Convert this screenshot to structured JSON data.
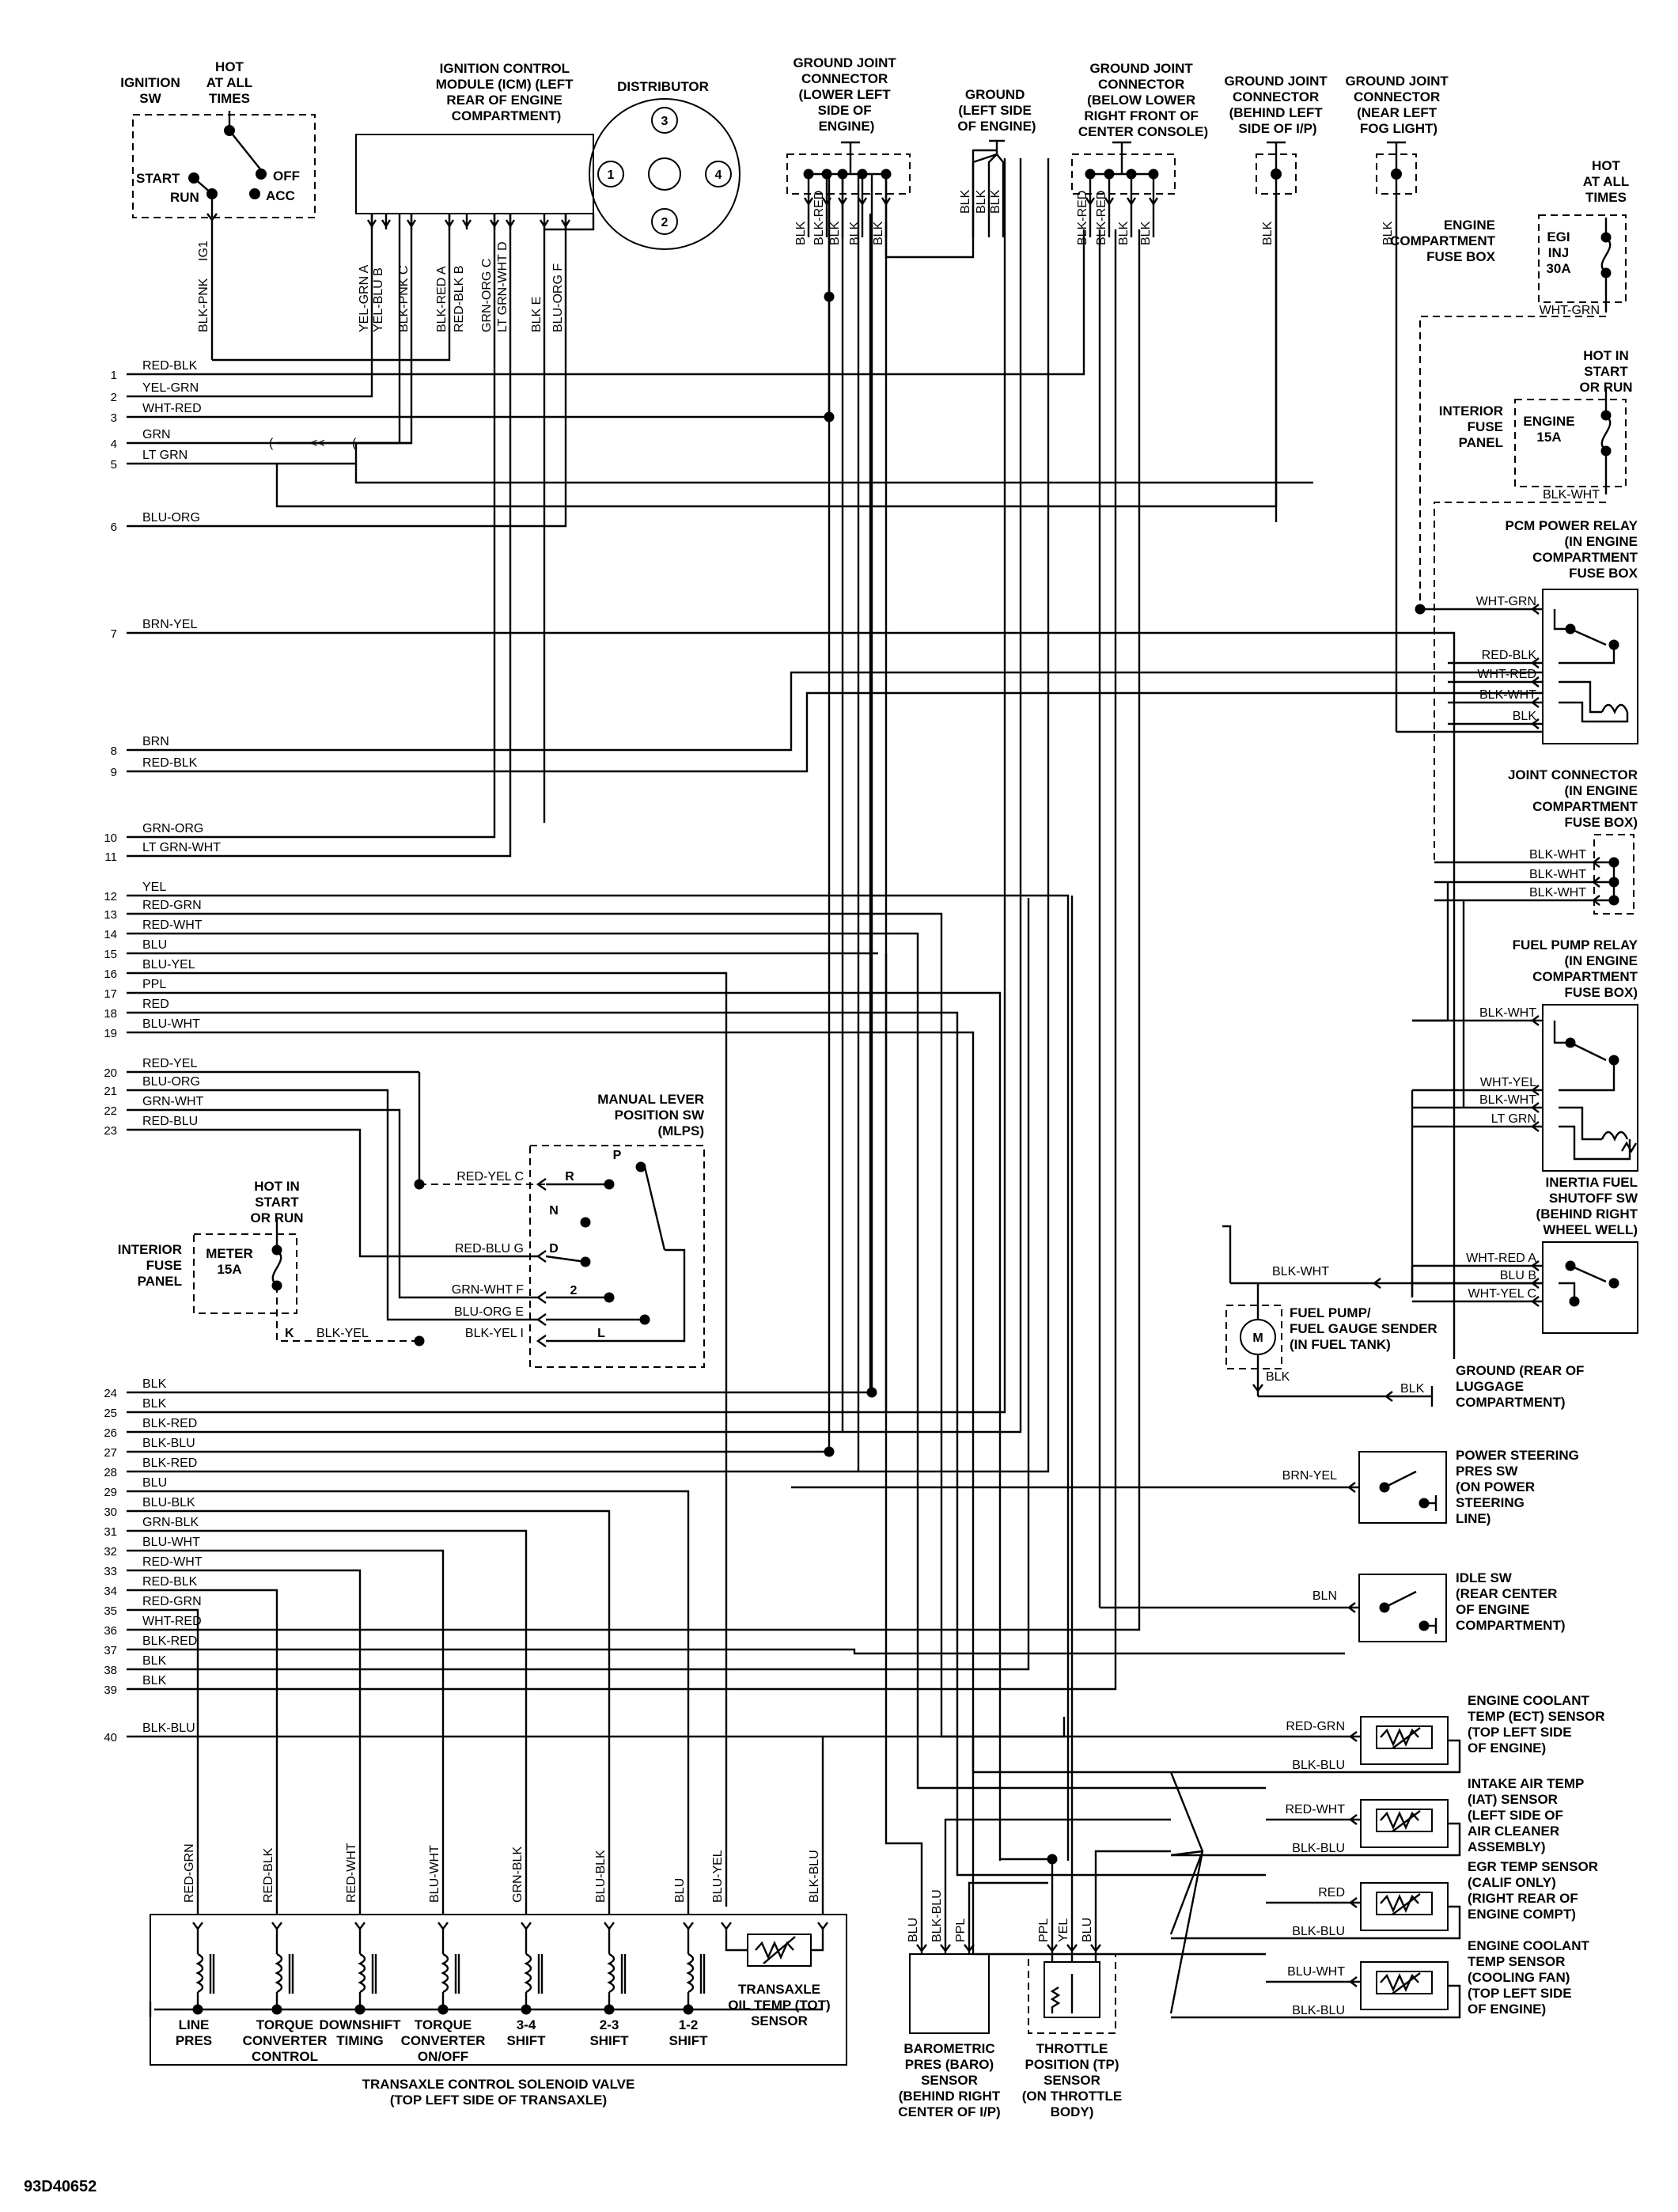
{
  "diagram_code": "93D40652",
  "components": {
    "ignition_sw": {
      "title": "IGNITION SW",
      "hot": "HOT AT ALL TIMES",
      "start": "START",
      "run": "RUN",
      "off": "OFF",
      "acc": "ACC",
      "pin": "IG1"
    },
    "icm": {
      "title": "IGNITION CONTROL MODULE (ICM) (LEFT REAR OF ENGINE COMPARTMENT)"
    },
    "distributor": {
      "title": "DISTRIBUTOR",
      "t1": "1",
      "t2": "2",
      "t3": "3",
      "t4": "4"
    },
    "ground_joint_1": {
      "title": "GROUND JOINT CONNECTOR (LOWER LEFT SIDE OF ENGINE)"
    },
    "ground_left": {
      "title": "GROUND (LEFT SIDE OF ENGINE)"
    },
    "ground_joint_2": {
      "title": "GROUND JOINT CONNECTOR (BELOW LOWER RIGHT FRONT OF CENTER CONSOLE)"
    },
    "ground_joint_3": {
      "title": "GROUND JOINT CONNECTOR (BEHIND LEFT SIDE OF I/P)"
    },
    "ground_joint_4": {
      "title": "GROUND JOINT CONNECTOR (NEAR LEFT FOG LIGHT)"
    },
    "engine_fuse_box": {
      "hot": "HOT AT ALL TIMES",
      "title": "ENGINE COMPARTMENT FUSE BOX",
      "fuse": "EGI INJ 30A"
    },
    "interior_fuse_engine": {
      "hot": "HOT IN START OR RUN",
      "title": "INTERIOR FUSE PANEL",
      "fuse": "ENGINE 15A"
    },
    "pcm_relay": {
      "title": "PCM POWER RELAY (IN ENGINE COMPARTMENT FUSE BOX"
    },
    "joint_connector": {
      "title": "JOINT CONNECTOR (IN ENGINE COMPARTMENT FUSE BOX)"
    },
    "fuel_pump_relay": {
      "title": "FUEL PUMP RELAY (IN ENGINE COMPARTMENT FUSE BOX)"
    },
    "inertia_sw": {
      "title": "INERTIA FUEL SHUTOFF SW (BEHIND RIGHT WHEEL WELL)"
    },
    "fuel_pump": {
      "title": "FUEL PUMP/ FUEL GAUGE SENDER (IN FUEL TANK)",
      "symbol": "M"
    },
    "ground_rear": {
      "title": "GROUND (REAR OF LUGGAGE COMPARTMENT)"
    },
    "mlps": {
      "title": "MANUAL LEVER POSITION SW (MLPS)",
      "positions": [
        "P",
        "R",
        "N",
        "D",
        "2",
        "L"
      ]
    },
    "interior_fuse_meter": {
      "hot": "HOT IN START OR RUN",
      "title": "INTERIOR FUSE PANEL",
      "fuse": "METER 15A",
      "pin": "K"
    },
    "ps_sw": {
      "title": "POWER STEERING PRES SW (ON POWER STEERING LINE)"
    },
    "idle_sw": {
      "title": "IDLE SW (REAR CENTER OF ENGINE COMPARTMENT)"
    },
    "ect_sensor": {
      "title": "ENGINE COOLANT TEMP (ECT) SENSOR (TOP LEFT SIDE OF ENGINE)"
    },
    "iat_sensor": {
      "title": "INTAKE AIR TEMP (IAT) SENSOR (LEFT SIDE OF AIR CLEANER ASSEMBLY)"
    },
    "egr_sensor": {
      "title": "EGR TEMP SENSOR (CALIF ONLY) (RIGHT REAR OF ENGINE COMPT)"
    },
    "ect_fan": {
      "title": "ENGINE COOLANT TEMP SENSOR (COOLING FAN) (TOP LEFT SIDE OF ENGINE)"
    },
    "solenoid_valve": {
      "title": "TRANSAXLE CONTROL SOLENOID VALVE (TOP LEFT SIDE OF TRANSAXLE)"
    },
    "baro": {
      "title": "BAROMETRIC PRES (BARO) SENSOR (BEHIND RIGHT CENTER OF I/P)"
    },
    "tp": {
      "title": "THROTTLE POSITION (TP) SENSOR (ON THROTTLE BODY)"
    }
  },
  "pcm_pins": [
    {
      "num": "1",
      "wire": "RED-BLK"
    },
    {
      "num": "2",
      "wire": "YEL-GRN"
    },
    {
      "num": "3",
      "wire": "WHT-RED"
    },
    {
      "num": "4",
      "wire": "GRN"
    },
    {
      "num": "5",
      "wire": "LT GRN"
    },
    {
      "num": "6",
      "wire": "BLU-ORG"
    },
    {
      "num": "7",
      "wire": "BRN-YEL"
    },
    {
      "num": "8",
      "wire": "BRN"
    },
    {
      "num": "9",
      "wire": "RED-BLK"
    },
    {
      "num": "10",
      "wire": "GRN-ORG"
    },
    {
      "num": "11",
      "wire": "LT GRN-WHT"
    },
    {
      "num": "12",
      "wire": "YEL"
    },
    {
      "num": "13",
      "wire": "RED-GRN"
    },
    {
      "num": "14",
      "wire": "RED-WHT"
    },
    {
      "num": "15",
      "wire": "BLU"
    },
    {
      "num": "16",
      "wire": "BLU-YEL"
    },
    {
      "num": "17",
      "wire": "PPL"
    },
    {
      "num": "18",
      "wire": "RED"
    },
    {
      "num": "19",
      "wire": "BLU-WHT"
    },
    {
      "num": "20",
      "wire": "RED-YEL"
    },
    {
      "num": "21",
      "wire": "BLU-ORG"
    },
    {
      "num": "22",
      "wire": "GRN-WHT"
    },
    {
      "num": "23",
      "wire": "RED-BLU"
    },
    {
      "num": "24",
      "wire": "BLK"
    },
    {
      "num": "25",
      "wire": "BLK"
    },
    {
      "num": "26",
      "wire": "BLK-RED"
    },
    {
      "num": "27",
      "wire": "BLK-BLU"
    },
    {
      "num": "28",
      "wire": "BLK-RED"
    },
    {
      "num": "29",
      "wire": "BLU"
    },
    {
      "num": "30",
      "wire": "BLU-BLK"
    },
    {
      "num": "31",
      "wire": "GRN-BLK"
    },
    {
      "num": "32",
      "wire": "BLU-WHT"
    },
    {
      "num": "33",
      "wire": "RED-WHT"
    },
    {
      "num": "34",
      "wire": "RED-BLK"
    },
    {
      "num": "35",
      "wire": "RED-GRN"
    },
    {
      "num": "36",
      "wire": "WHT-RED"
    },
    {
      "num": "37",
      "wire": "BLK-RED"
    },
    {
      "num": "38",
      "wire": "BLK"
    },
    {
      "num": "39",
      "wire": "BLK"
    },
    {
      "num": "40",
      "wire": "BLK-BLU"
    }
  ],
  "icm_wires": [
    {
      "label": "YEL-GRN A"
    },
    {
      "label": "YEL-BLU B"
    },
    {
      "label": "BLK-PNK C"
    },
    {
      "label": "BLK-RED A"
    },
    {
      "label": "RED-BLK B"
    },
    {
      "label": "GRN-ORG C"
    },
    {
      "label": "LT GRN-WHT D"
    },
    {
      "label": "BLK E"
    },
    {
      "label": "BLU-ORG F"
    }
  ],
  "ign_wire": "BLK-PNK",
  "gj1_wires": [
    "BLK",
    "BLK-RED",
    "BLK",
    "BLK",
    "BLK"
  ],
  "gl_wires": [
    "BLK",
    "BLK",
    "BLK"
  ],
  "gj2_wires": [
    "BLK-RED",
    "BLK-RED",
    "BLK",
    "BLK"
  ],
  "gj3_wire": "BLK",
  "gj4_wire": "BLK",
  "right_wires": {
    "egi_out": "WHT-GRN",
    "eng15_out": "BLK-WHT",
    "pcm1": "WHT-GRN",
    "pcm2": "RED-BLK",
    "pcm3": "WHT-RED",
    "pcm4": "BLK-WHT",
    "pcm5": "BLK",
    "jc1": "BLK-WHT",
    "jc2": "BLK-WHT",
    "jc3": "BLK-WHT",
    "fpr1": "BLK-WHT",
    "fpr2": "WHT-YEL",
    "fpr3": "BLK-WHT",
    "fpr4": "LT GRN",
    "in1": "WHT-RED A",
    "in2": "BLU B",
    "in3": "WHT-YEL C",
    "fp_in": "BLK-WHT",
    "fp_out": "BLK",
    "gnd_rear": "BLK",
    "ps": "BRN-YEL",
    "idle": "BLN",
    "ect1": "RED-GRN",
    "ect2": "BLK-BLU",
    "iat1": "RED-WHT",
    "iat2": "BLK-BLU",
    "egr1": "RED",
    "egr2": "BLK-BLU",
    "fan1": "BLU-WHT",
    "fan2": "BLK-BLU"
  },
  "mlps_wires": [
    {
      "label": "RED-YEL C"
    },
    {
      "label": "RED-BLU G"
    },
    {
      "label": "GRN-WHT F"
    },
    {
      "label": "BLU-ORG E"
    },
    {
      "label": "BLK-YEL I"
    }
  ],
  "meter_wire": "BLK-YEL",
  "solenoid_wires": [
    "RED-GRN",
    "RED-BLK",
    "RED-WHT",
    "BLU-WHT",
    "GRN-BLK",
    "BLU-BLK",
    "BLU",
    "BLU-YEL",
    "BLK-BLU"
  ],
  "solenoid_labels": {
    "line": "LINE PRES",
    "tcc": "TORQUE CONVERTER CONTROL",
    "dst": "DOWNSHIFT TIMING",
    "tco": "TORQUE CONVERTER ON/OFF",
    "s34": "3-4 SHIFT",
    "s23": "2-3 SHIFT",
    "s12": "1-2 SHIFT",
    "tot": "TRANSAXLE OIL TEMP (TOT) SENSOR"
  },
  "baro_wires": [
    "BLU",
    "BLK-BLU",
    "PPL"
  ],
  "tp_wires": [
    "PPL",
    "YEL",
    "BLU"
  ]
}
